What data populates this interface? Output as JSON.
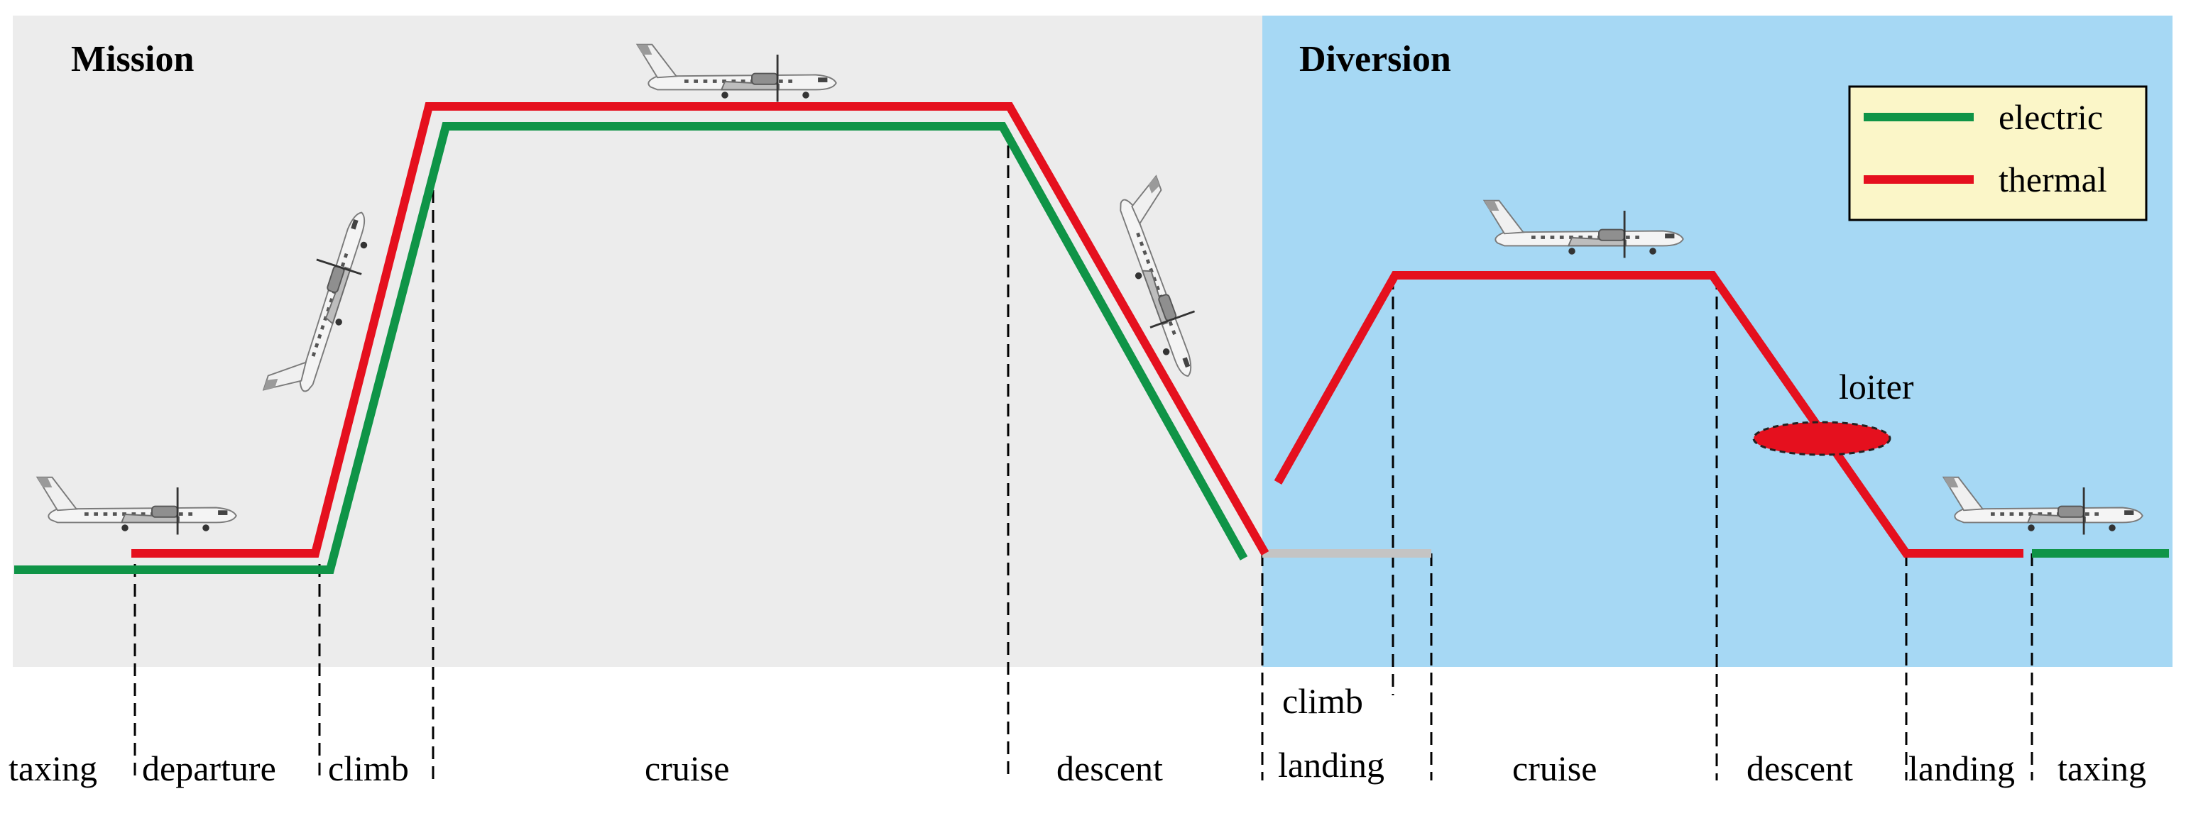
{
  "colors": {
    "mission_bg": "#ececec",
    "diversion_bg": "#a6d8f4",
    "electric": "#0f9447",
    "thermal": "#e5101e",
    "shared_segment": "#c4c4c4",
    "legend_bg": "#fbf6c8",
    "loiter_fill": "#e5101e"
  },
  "sections": {
    "mission_title": "Mission",
    "diversion_title": "Diversion"
  },
  "legend": {
    "items": [
      {
        "label": "electric",
        "color": "#0f9447"
      },
      {
        "label": "thermal",
        "color": "#e5101e"
      }
    ]
  },
  "annotations": {
    "loiter": "loiter"
  },
  "phases": {
    "mission": [
      "taxing",
      "departure",
      "climb",
      "cruise",
      "descent"
    ],
    "diversion_climb": "climb",
    "diversion": [
      "landing",
      "cruise",
      "descent",
      "landing",
      "taxing"
    ]
  },
  "icons": [
    "aircraft-taxi-icon",
    "aircraft-climb-icon",
    "aircraft-cruise-icon",
    "aircraft-descent-icon",
    "aircraft-diversion-cruise-icon",
    "aircraft-landing-icon"
  ]
}
